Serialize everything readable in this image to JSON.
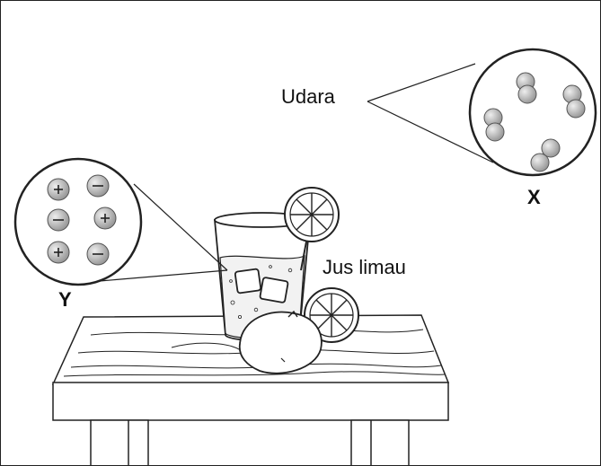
{
  "labels": {
    "air": "Udara",
    "juice": "Jus limau",
    "particles_x": "X",
    "particles_y": "Y"
  },
  "icons": {
    "ion_positive": "plus-sign",
    "ion_negative": "minus-sign"
  },
  "colors": {
    "ink": "#222222",
    "particle_fill": "#bdbdbd",
    "ion_fill": "#a9a9a9"
  }
}
